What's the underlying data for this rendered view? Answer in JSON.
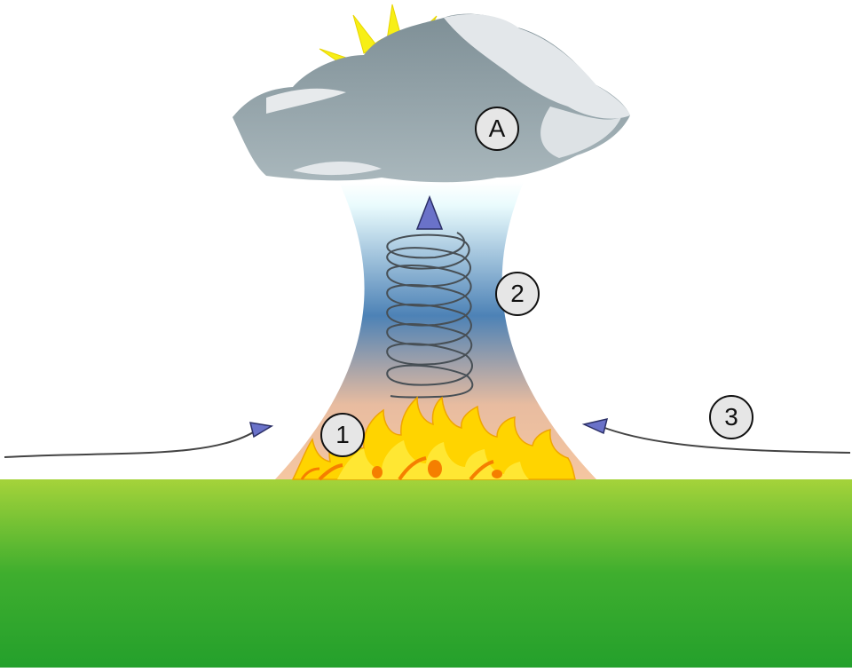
{
  "labels": {
    "cloud": "A",
    "column": "2",
    "inflow": "3",
    "fire": "1"
  },
  "colors": {
    "ground_top": "#a5d33a",
    "ground_bottom": "#24a02c",
    "cloud_dark": "#8f9ea4",
    "cloud_light": "#e3e7ea",
    "sun": "#f7ef16",
    "column_top": "#e9fbfd",
    "column_mid": "#4d82b6",
    "column_bottom": "#f5c6a1",
    "arrowhead": "#6a72c9",
    "flame_outer": "#ffd400",
    "flame_inner": "#f57f00"
  },
  "icons": [
    "sun-icon",
    "cloud-icon",
    "updraft-arrow-icon",
    "spiral-icon",
    "flame-icon",
    "inflow-arrow-icon"
  ]
}
